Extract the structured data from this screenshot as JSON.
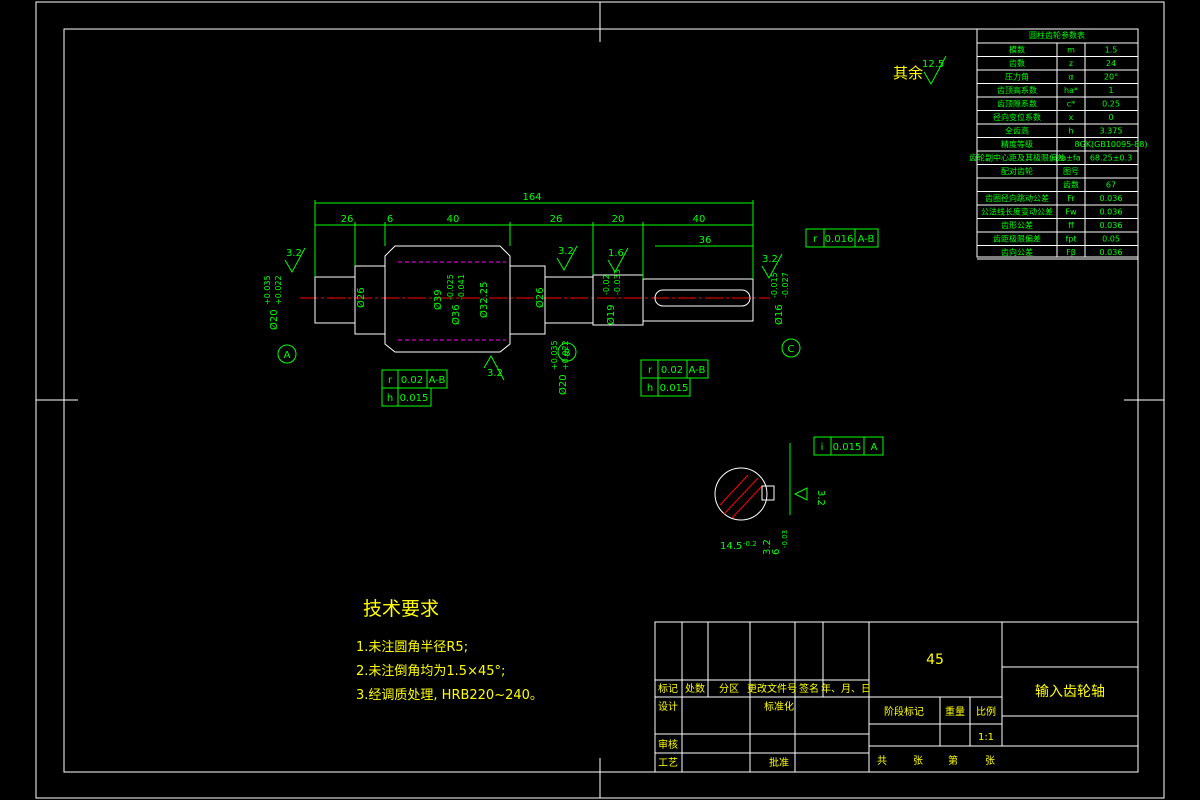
{
  "param_table": {
    "title": "圆柱齿轮参数表",
    "rows": [
      {
        "name": "模数",
        "sym": "m",
        "val": "1.5"
      },
      {
        "name": "齿数",
        "sym": "z",
        "val": "24"
      },
      {
        "name": "压力角",
        "sym": "α",
        "val": "20°"
      },
      {
        "name": "齿顶高系数",
        "sym": "ha*",
        "val": "1"
      },
      {
        "name": "齿顶隙系数",
        "sym": "c*",
        "val": "0.25"
      },
      {
        "name": "径向变位系数",
        "sym": "x",
        "val": "0"
      },
      {
        "name": "全齿高",
        "sym": "h",
        "val": "3.375"
      },
      {
        "name": "精度等级",
        "sym": "",
        "val": "8GK(GB10095-88)"
      },
      {
        "name": "齿轮副中心距及其极限偏差",
        "sym": "a±fa",
        "val": "68.25±0.3"
      },
      {
        "name": "配对齿轮",
        "sym": "图号",
        "val": ""
      },
      {
        "name": "",
        "sym": "齿数",
        "val": "67"
      },
      {
        "name": "齿圈径向跳动公差",
        "sym": "Fr",
        "val": "0.036"
      },
      {
        "name": "公法线长度变动公差",
        "sym": "Fw",
        "val": "0.036"
      },
      {
        "name": "齿形公差",
        "sym": "ff",
        "val": "0.036"
      },
      {
        "name": "齿距极限偏差",
        "sym": "fpt",
        "val": "0.05"
      },
      {
        "name": "齿向公差",
        "sym": "Fβ",
        "val": "0.036"
      }
    ]
  },
  "roughness_other": {
    "label": "其余",
    "value": "12.5"
  },
  "dimensions": {
    "total": "164",
    "seg1": "26",
    "seg2": "6",
    "seg3": "40",
    "seg4": "26",
    "seg5": "20",
    "seg6": "40",
    "key": "36",
    "d20_left": "Ø20",
    "d20_left_tol_up": "+0.035",
    "d20_left_tol_lo": "+0.022",
    "d26_left": "Ø26",
    "d39": "Ø39",
    "d36": "Ø36",
    "d36_tol_up": "-0.025",
    "d36_tol_lo": "-0.041",
    "d32": "Ø32.25",
    "d26_right": "Ø26",
    "d20_right": "Ø20",
    "d20_right_tol_up": "+0.035",
    "d20_right_tol_lo": "+0.022",
    "d19": "Ø19",
    "d19_tol_up": "-0.02",
    "d19_tol_lo": "-0.033",
    "d16": "Ø16",
    "d16_tol_up": "-0.015",
    "d16_tol_lo": "-0.027",
    "r1": "3.2",
    "r2": "3.2",
    "r3": "3.2",
    "r4": "1.6",
    "r5": "3.2",
    "sec_width": "14.5",
    "sec_width_tol": "-0.2",
    "sec_keyw": "6",
    "sec_keyw_tol": "-0.03",
    "sec_r1": "3.2",
    "sec_r2": "3.2"
  },
  "tolerance_frames": [
    {
      "sym": "r",
      "val": "0.016",
      "ref": "A-B"
    },
    {
      "sym": "r",
      "val": "0.02",
      "ref": "A-B"
    },
    {
      "sym": "h",
      "val": "0.015",
      "ref": ""
    },
    {
      "sym": "r",
      "val": "0.02",
      "ref": "A-B"
    },
    {
      "sym": "h",
      "val": "0.015",
      "ref": ""
    },
    {
      "sym": "i",
      "val": "0.015",
      "ref": "A"
    }
  ],
  "datums": {
    "a": "A",
    "b": "B",
    "c": "C"
  },
  "tech_req": {
    "title": "技术要求",
    "items": [
      "1.未注圆角半径R5;",
      "2.未注倒角均为1.5×45°;",
      "3.经调质处理, HRB220~240。"
    ]
  },
  "title_block": {
    "material": "45",
    "part_name": "输入齿轮轴",
    "headers": [
      "标记",
      "处数",
      "分区",
      "更改文件号",
      "签名",
      "年、月、日"
    ],
    "design": "设计",
    "standard": "标准化",
    "review": "审核",
    "process": "工艺",
    "approve": "批准",
    "stage": "阶段标记",
    "weight": "重量",
    "scale_label": "比例",
    "scale": "1:1",
    "sheets": [
      "共",
      "张",
      "第",
      "张"
    ]
  }
}
